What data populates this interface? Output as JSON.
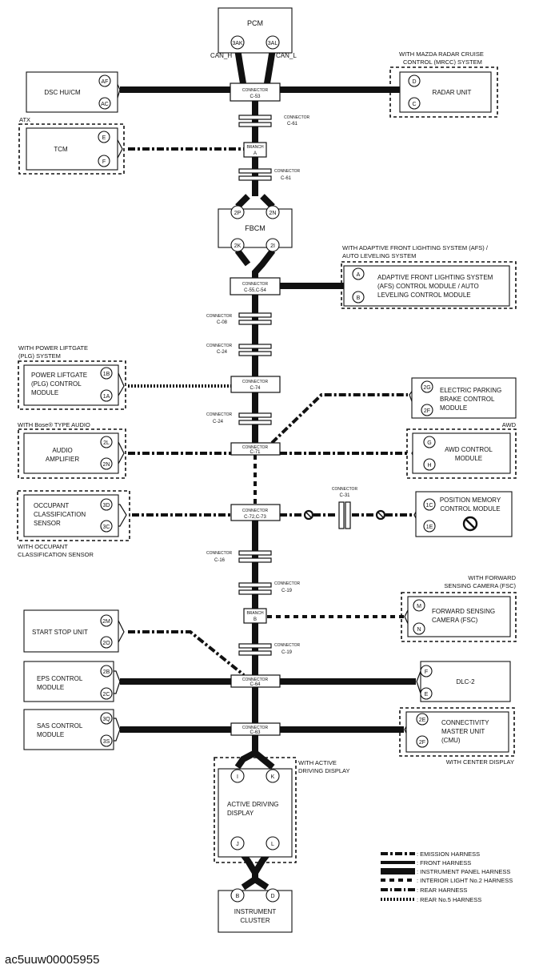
{
  "title_code": "ac5uuw00005955",
  "modules": {
    "pcm": "PCM",
    "dsc": "DSC HU/CM",
    "radar": "RADAR UNIT",
    "tcm": "TCM",
    "fbcm": "FBCM",
    "afs": [
      "ADAPTIVE FRONT LIGHTING SYSTEM",
      "(AFS) CONTROL MODULE / AUTO",
      "LEVELING CONTROL MODULE"
    ],
    "plg": [
      "POWER LIFTGATE",
      "(PLG) CONTROL",
      "MODULE"
    ],
    "epb": [
      "ELECTRIC PARKING",
      "BRAKE CONTROL",
      "MODULE"
    ],
    "audio": [
      "AUDIO",
      "AMPLIFIER"
    ],
    "awd": [
      "AWD CONTROL",
      "MODULE"
    ],
    "ocs": [
      "OCCUPANT",
      "CLASSIFICATION",
      "SENSOR"
    ],
    "pmem": [
      "POSITION MEMORY",
      "CONTROL MODULE"
    ],
    "fsc": [
      "FORWARD SENSING",
      "CAMERA (FSC)"
    ],
    "ssu": "START STOP UNIT",
    "eps": [
      "EPS CONTROL",
      "MODULE"
    ],
    "dlc": "DLC-2",
    "sas": [
      "SAS CONTROL",
      "MODULE"
    ],
    "cmu": [
      "CONNECTIVITY",
      "MASTER UNIT",
      "(CMU)"
    ],
    "add": [
      "ACTIVE DRIVING",
      "DISPLAY"
    ],
    "cluster": [
      "INSTRUMENT",
      "CLUSTER"
    ]
  },
  "conditions": {
    "mrcc": [
      "WITH MAZDA RADAR CRUISE",
      "CONTROL (MRCC) SYSTEM"
    ],
    "atx": "ATX",
    "afs": [
      "WITH ADAPTIVE FRONT LIGHTING SYSTEM (AFS) /",
      "AUTO LEVELING SYSTEM"
    ],
    "plg": [
      "WITH POWER LIFTGATE",
      "(PLG) SYSTEM"
    ],
    "bose": "WITH Bose® TYPE AUDIO",
    "awd": "AWD",
    "ocs": [
      "WITH OCCUPANT",
      "CLASSIFICATION SENSOR"
    ],
    "fsc": [
      "WITH FORWARD",
      "SENSING CAMERA (FSC)"
    ],
    "center": "WITH CENTER DISPLAY",
    "add": [
      "WITH ACTIVE",
      "DRIVING DISPLAY"
    ]
  },
  "can_labels": [
    "CAN_H",
    "CAN_L"
  ],
  "pins": {
    "pcm": [
      "3AK",
      "3AL"
    ],
    "dsc": [
      "AF",
      "AC"
    ],
    "radar": [
      "D",
      "C"
    ],
    "tcm": [
      "E",
      "F"
    ],
    "fbcm_top": [
      "2P",
      "2N"
    ],
    "fbcm_bot": [
      "2K",
      "2I"
    ],
    "afs": [
      "A",
      "B"
    ],
    "plg": [
      "1B",
      "1A"
    ],
    "epb": [
      "2G",
      "2F"
    ],
    "audio": [
      "2L",
      "2N"
    ],
    "awd": [
      "G",
      "H"
    ],
    "ocs": [
      "3D",
      "3C"
    ],
    "pmem": [
      "1C",
      "1E"
    ],
    "fsc": [
      "M",
      "N"
    ],
    "ssu": [
      "2M",
      "2O"
    ],
    "eps": [
      "2B",
      "2C"
    ],
    "dlc": [
      "F",
      "E"
    ],
    "sas": [
      "3Q",
      "3S"
    ],
    "cmu": [
      "2E",
      "2F"
    ],
    "add_top": [
      "I",
      "K"
    ],
    "add_bot": [
      "J",
      "L"
    ],
    "cluster": [
      "B",
      "D"
    ]
  },
  "connectors": {
    "c53": [
      "CONNECTOR",
      "C-53"
    ],
    "c61a": [
      "CONNECTOR",
      "C-61"
    ],
    "branch_a": [
      "BRANCH",
      "A"
    ],
    "c61b": [
      "CONNECTOR",
      "C-61"
    ],
    "c55": [
      "CONNECTOR",
      "C-55,C-54"
    ],
    "c08": [
      "CONNECTOR",
      "C-08"
    ],
    "c24a": [
      "CONNECTOR",
      "C-24"
    ],
    "c74": [
      "CONNECTOR",
      "C-74"
    ],
    "c24b": [
      "CONNECTOR",
      "C-24"
    ],
    "c71": [
      "CONNECTOR",
      "C-71"
    ],
    "c72": [
      "CONNECTOR",
      "C-72,C-73"
    ],
    "c31": [
      "CONNECTOR",
      "C-31"
    ],
    "c16": [
      "CONNECTOR",
      "C-16"
    ],
    "c19a": [
      "CONNECTOR",
      "C-19"
    ],
    "branch_b": [
      "BRANCH",
      "B"
    ],
    "c19b": [
      "CONNECTOR",
      "C-19"
    ],
    "c64": [
      "CONNECTOR",
      "C-64"
    ],
    "c63": [
      "CONNECTOR",
      "C-63"
    ]
  },
  "legend": [
    ": EMISSION HARNESS",
    ": FRONT HARNESS",
    ": INSTRUMENT PANEL HARNESS",
    ": INTERIOR LIGHT No.2 HARNESS",
    ": REAR HARNESS",
    ": REAR No.5 HARNESS"
  ]
}
